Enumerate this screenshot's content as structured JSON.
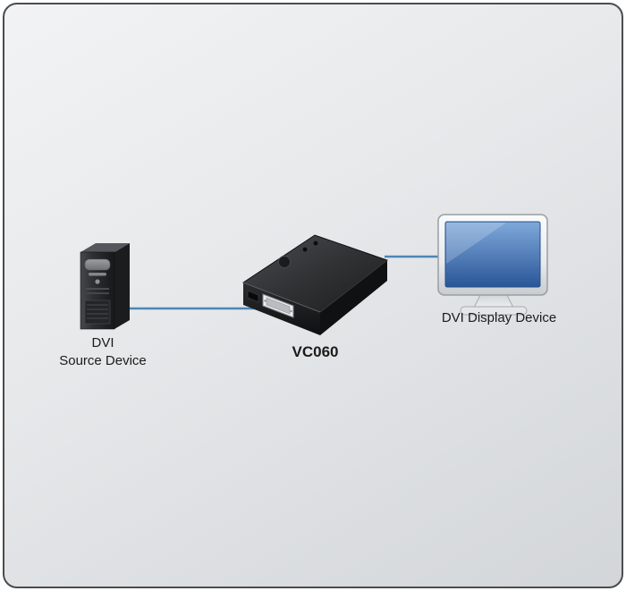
{
  "diagram": {
    "nodes": {
      "source": {
        "label_line1": "DVI",
        "label_line2": "Source Device"
      },
      "converter": {
        "label": "VC060"
      },
      "display": {
        "label": "DVI Display Device"
      }
    },
    "colors": {
      "connection_line": "#4d86b5",
      "screen_top": "#7fa9da",
      "screen_bottom": "#2a5698",
      "device_body": "#1e1f21",
      "background_top": "#f2f3f4",
      "background_bottom": "#d3d6d9"
    }
  }
}
